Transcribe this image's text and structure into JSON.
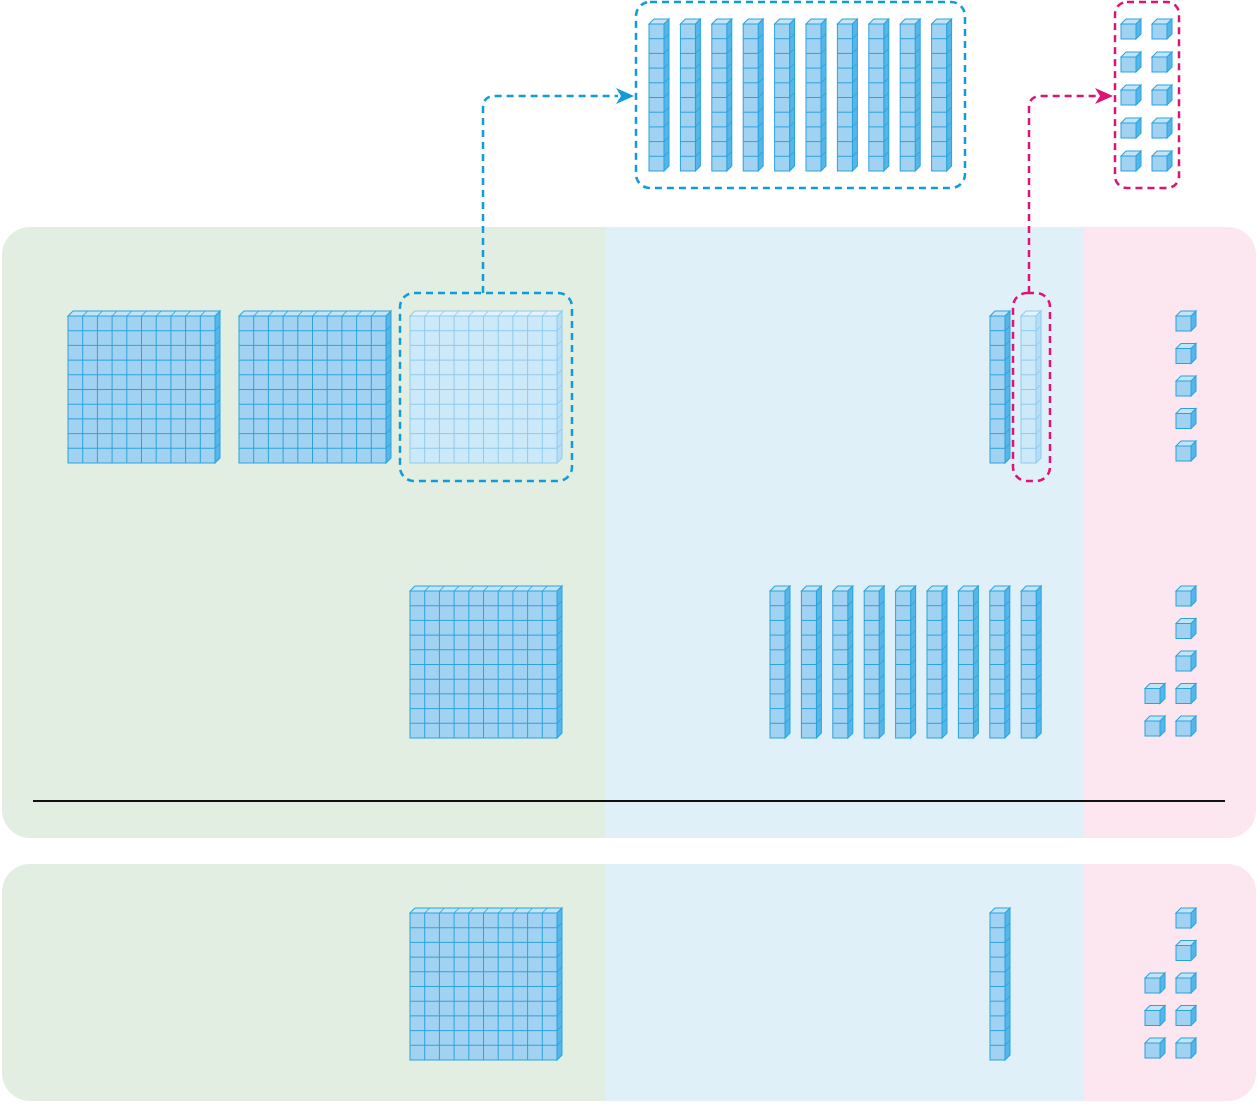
{
  "colors": {
    "hundreds_bg": "#e1eee1",
    "tens_bg": "#dff0f9",
    "ones_bg": "#fce6f0",
    "block_fill": "#a2d2f1",
    "block_light": "#cce9f9",
    "block_side": "#56b6ea",
    "block_top": "#c3e4f7",
    "block_line": "#2aa3dd",
    "regroup_tens": "#119cd9",
    "regroup_ones": "#dc1476",
    "divider": "#111111"
  },
  "problem": {
    "minuend": {
      "hundreds": 3,
      "tens": 1,
      "ones": 5
    },
    "subtrahend": {
      "hundreds": 1,
      "tens": 9,
      "ones": 7
    },
    "difference": {
      "hundreds": 1,
      "tens": 1,
      "ones": 8
    },
    "regroup": {
      "hundred_to_tens": 10,
      "ten_to_ones": 10,
      "highlighted_hundreds": 1,
      "highlighted_tens": 1
    }
  },
  "icons": {
    "hundred": "hundred-flat-block",
    "ten": "ten-rod-block",
    "one": "unit-cube-block",
    "arrow": "dashed-regroup-arrow"
  }
}
